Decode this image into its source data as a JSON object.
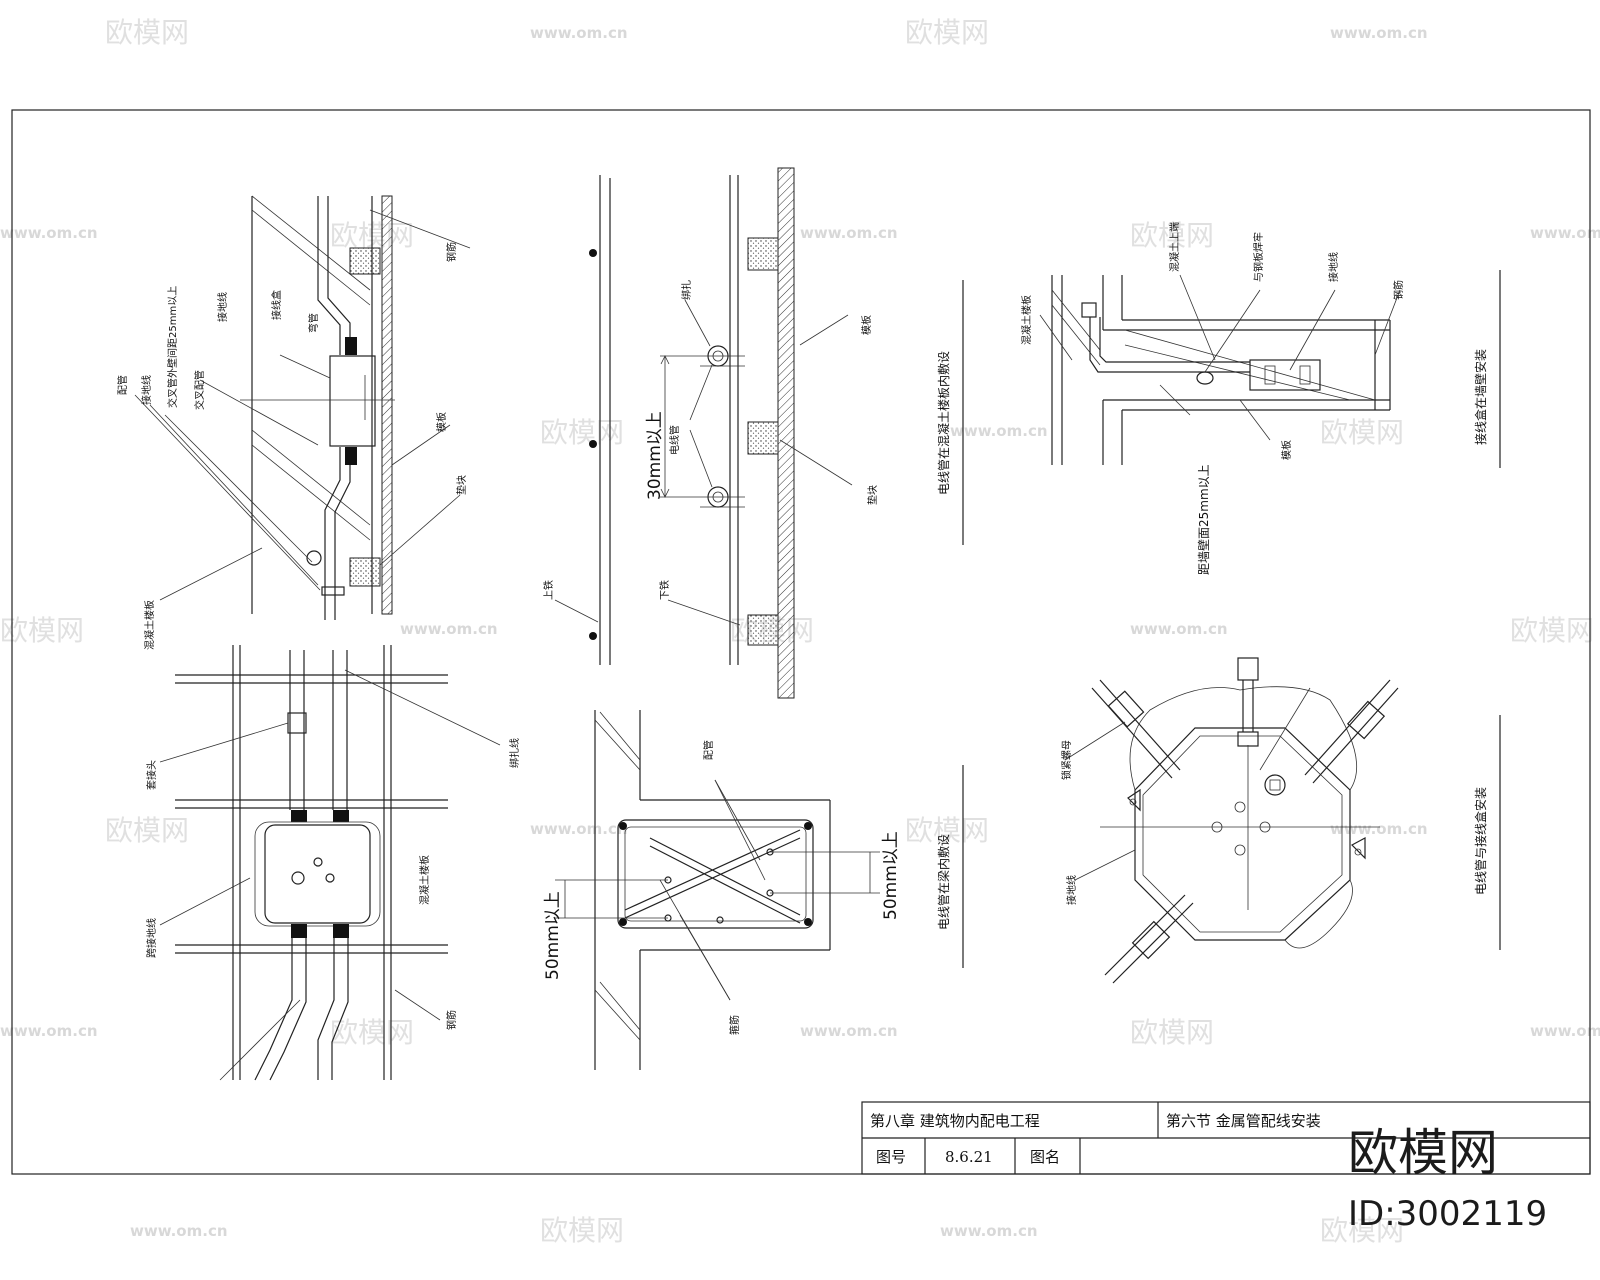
{
  "watermark": {
    "text": "欧模网",
    "url": "www.om.cn"
  },
  "brand": {
    "name": "欧模网",
    "id": "ID:3002119"
  },
  "title_block": {
    "chapter": "第八章  建筑物内配电工程",
    "section": "第六节  金属管配线安装",
    "drawing_no_label": "图号",
    "drawing_no": "8.6.21",
    "name_label": "图名"
  },
  "captions": {
    "fig_slab_conduit": "电线管在混凝土楼板内敷设",
    "fig_beam_conduit": "电线管在梁内敷设",
    "fig_wall_box": "接线盒在墙壁安装",
    "fig_box_conduit": "电线管与接线盒安装"
  },
  "labels": {
    "tube": "配管",
    "ground_wire": "接地线",
    "cross_tube": "交叉配管",
    "cross_note": "交叉管外壁间距25mm以上",
    "ground_line": "接地线",
    "junction_box": "接线盒",
    "bend_tube": "弯管",
    "rebar": "钢筋",
    "formwork": "模板",
    "spacer": "垫块",
    "concrete_slab": "混凝土楼板",
    "connector": "套接头",
    "bond_wire": "跨接地线",
    "binding_wire": "绑扎线",
    "concrete_floor": "混凝土楼板",
    "steel_bar": "钢筋",
    "tie": "绑扎",
    "tube_label": "电线管",
    "template": "模板",
    "pad": "垫块",
    "upper_rebar": "上铁",
    "lower_rebar": "下铁",
    "dim_30": "30mm以上",
    "beam_tube": "配管",
    "stirrup": "箍筋",
    "dim_50_left": "50mm以上",
    "dim_50_right": "50mm以上",
    "wall_concrete": "混凝土楼板",
    "box_tube": "与钢板焊牢",
    "box_locknut": "混凝土上端",
    "box_ground": "接地线",
    "box_steel": "钢筋",
    "box_formwork": "模板",
    "box_dist": "距墙壁面25mm以上",
    "locknut": "锁紧螺母",
    "box_gnd": "接地线"
  }
}
